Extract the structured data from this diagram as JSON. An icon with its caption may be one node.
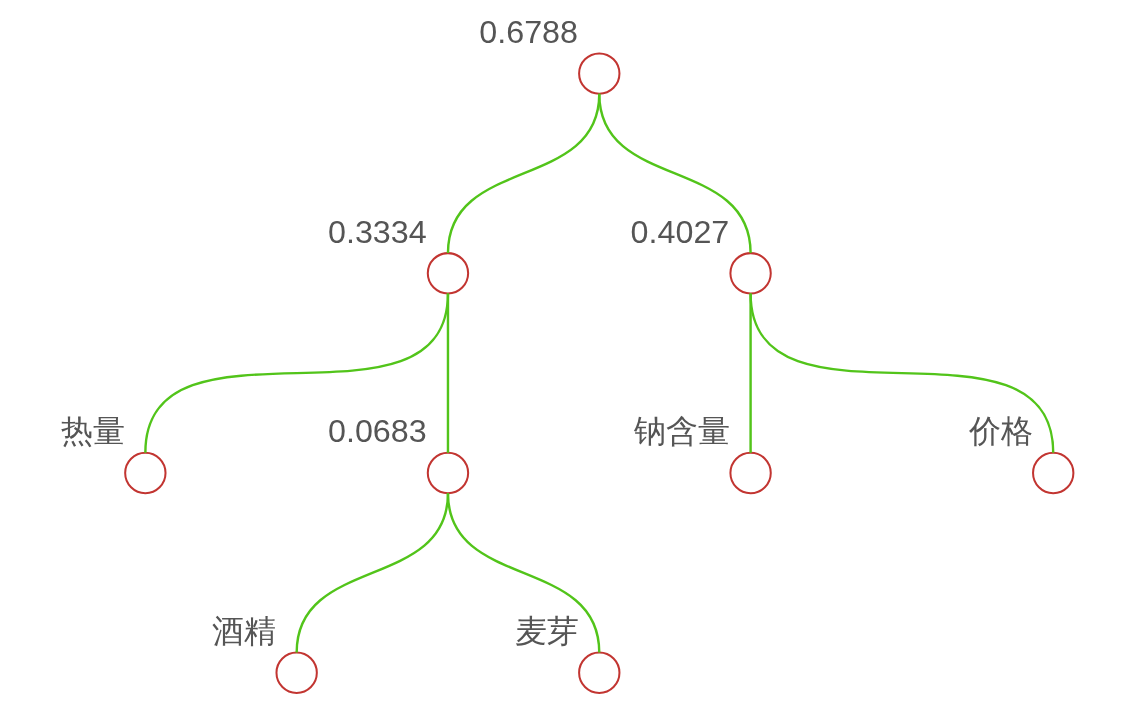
{
  "diagram": {
    "nodes": [
      {
        "text": [],
        "shape": "circle",
        "beside": [
          "0.6788"
        ]
      },
      {
        "text": [],
        "shape": "circle",
        "beside": [
          "0.3334"
        ]
      },
      {
        "text": [],
        "shape": "circle",
        "beside": [
          "0.4027"
        ]
      },
      {
        "text": [],
        "shape": "circle",
        "beside": [
          "热量"
        ]
      },
      {
        "text": [],
        "shape": "circle",
        "beside": [
          "0.0683"
        ]
      },
      {
        "text": [],
        "shape": "circle",
        "beside": [
          "钠含量"
        ]
      },
      {
        "text": [],
        "shape": "circle",
        "beside": [
          "价格"
        ]
      },
      {
        "text": [],
        "shape": "circle",
        "beside": [
          "酒精"
        ]
      },
      {
        "text": [],
        "shape": "circle",
        "beside": [
          "麦芽"
        ]
      }
    ],
    "edges": [
      {
        "from": 0,
        "to": 1,
        "arrow": "none"
      },
      {
        "from": 0,
        "to": 2,
        "arrow": "none"
      },
      {
        "from": 1,
        "to": 3,
        "arrow": "none"
      },
      {
        "from": 1,
        "to": 4,
        "arrow": "none"
      },
      {
        "from": 2,
        "to": 5,
        "arrow": "none"
      },
      {
        "from": 2,
        "to": 6,
        "arrow": "none"
      },
      {
        "from": 4,
        "to": 7,
        "arrow": "none"
      },
      {
        "from": 4,
        "to": 8,
        "arrow": "none"
      }
    ]
  }
}
